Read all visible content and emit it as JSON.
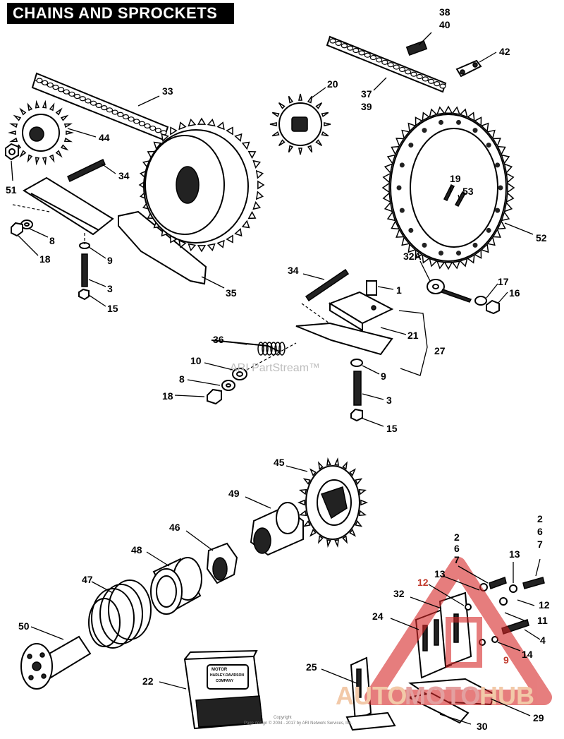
{
  "title": "CHAINS AND SPROCKETS",
  "watermark": "ARI PartStream™",
  "copyright": {
    "line1": "Copyright",
    "line2": "Page design © 2004 - 2017 by ARI Network Services, Inc."
  },
  "brand": {
    "part1": "AUTO",
    "part2": "MOTO",
    "part3": "HUB",
    "color_primary": "#f2c9a8",
    "color_secondary": "#e3a0a0",
    "color_logo": "#d62828"
  },
  "box_text": {
    "line1": "MOTOR",
    "line2": "HARLEY-DAVIDSON",
    "line3": "COMPANY"
  },
  "labels": {
    "l38": "38",
    "l40": "40",
    "l42": "42",
    "l33": "33",
    "l20": "20",
    "l37": "37",
    "l39": "39",
    "l44": "44",
    "l34a": "34",
    "l51": "51",
    "l19": "19",
    "l53": "53",
    "l52": "52",
    "l8a": "8",
    "l18a": "18",
    "l9a": "9",
    "l3a": "3",
    "l15a": "15",
    "l35": "35",
    "l32a": "32A",
    "l34b": "34",
    "l1": "1",
    "l17": "17",
    "l16": "16",
    "l21": "21",
    "l27": "27",
    "l36": "36",
    "l10": "10",
    "l8b": "8",
    "l18b": "18",
    "l9b": "9",
    "l3b": "3",
    "l15b": "15",
    "l45": "45",
    "l49": "49",
    "l46": "46",
    "l48": "48",
    "l47": "47",
    "l50": "50",
    "l22": "22",
    "l25": "25",
    "l30": "30",
    "l29": "29",
    "l24": "24",
    "l32b": "32",
    "l4": "4",
    "l14": "14",
    "l9c": "9",
    "l11": "11",
    "l12a": "12",
    "l12b": "12",
    "l13a": "13",
    "l13b": "13",
    "l2a": "2",
    "l6a": "6",
    "l7a": "7",
    "l2b": "2",
    "l6b": "6",
    "l7b": "7"
  }
}
